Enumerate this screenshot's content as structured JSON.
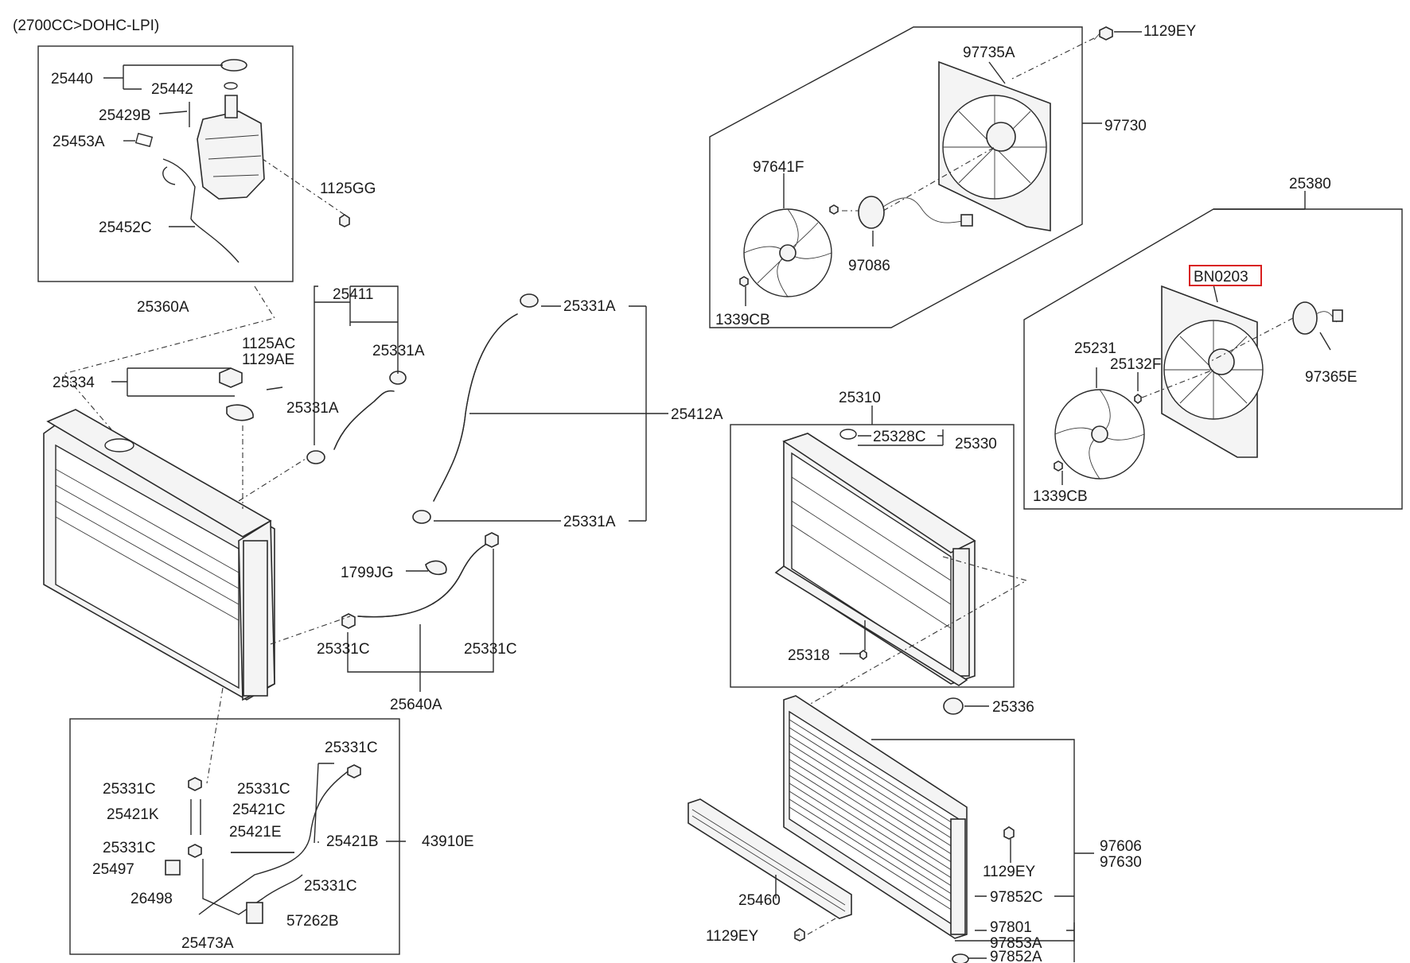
{
  "title": "(2700CC>DOHC-LPI)",
  "highlight_color": "#d81e1e",
  "labels": {
    "l25440": "25440",
    "l25442": "25442",
    "l25429B": "25429B",
    "l25453A": "25453A",
    "l1125GG": "1125GG",
    "l25452C": "25452C",
    "l25360A": "25360A",
    "l25411": "25411",
    "l25331A_1": "25331A",
    "l1125AC": "1125AC",
    "l1129AE": "1129AE",
    "l25331A_2": "25331A",
    "l25334": "25334",
    "l25331A_3": "25331A",
    "l25412A": "25412A",
    "l25331A_4": "25331A",
    "l1799JG": "1799JG",
    "l25331C_1": "25331C",
    "l25331C_2": "25331C",
    "l25640A": "25640A",
    "l1129EY_1": "1129EY",
    "l97735A": "97735A",
    "l97730": "97730",
    "l97641F": "97641F",
    "l97086": "97086",
    "l1339CB_1": "1339CB",
    "l25380": "25380",
    "lBN0203": "BN0203",
    "l25231": "25231",
    "l25132F": "25132F",
    "l97365E": "97365E",
    "l1339CB_2": "1339CB",
    "l25310": "25310",
    "l25328C": "25328C",
    "l25330": "25330",
    "l25318": "25318",
    "l25336": "25336",
    "l25331C_3": "25331C",
    "l25331C_4": "25331C",
    "l25331C_5": "25331C",
    "l25421K": "25421K",
    "l25421C": "25421C",
    "l25421E": "25421E",
    "l25421B": "25421B",
    "l43910E": "43910E",
    "l25331C_6": "25331C",
    "l25497": "25497",
    "l25331C_7": "25331C",
    "l26498": "26498",
    "l57262B": "57262B",
    "l25473A": "25473A",
    "l25460": "25460",
    "l1129EY_2": "1129EY",
    "l1129EY_3": "1129EY",
    "l97606": "97606",
    "l97630": "97630",
    "l97852C": "97852C",
    "l97801": "97801",
    "l97853A": "97853A",
    "l97852A": "97852A"
  }
}
